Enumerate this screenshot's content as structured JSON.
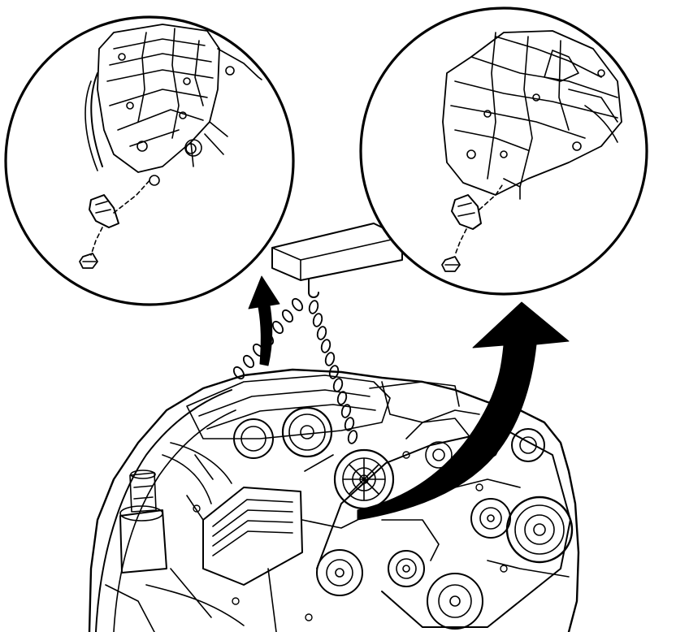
{
  "figure": {
    "kind": "technical-illustration",
    "subject": "engine-assembly-lifted-by-chain",
    "callouts": 2,
    "colors": {
      "line": "#000000",
      "background": "#ffffff"
    }
  }
}
